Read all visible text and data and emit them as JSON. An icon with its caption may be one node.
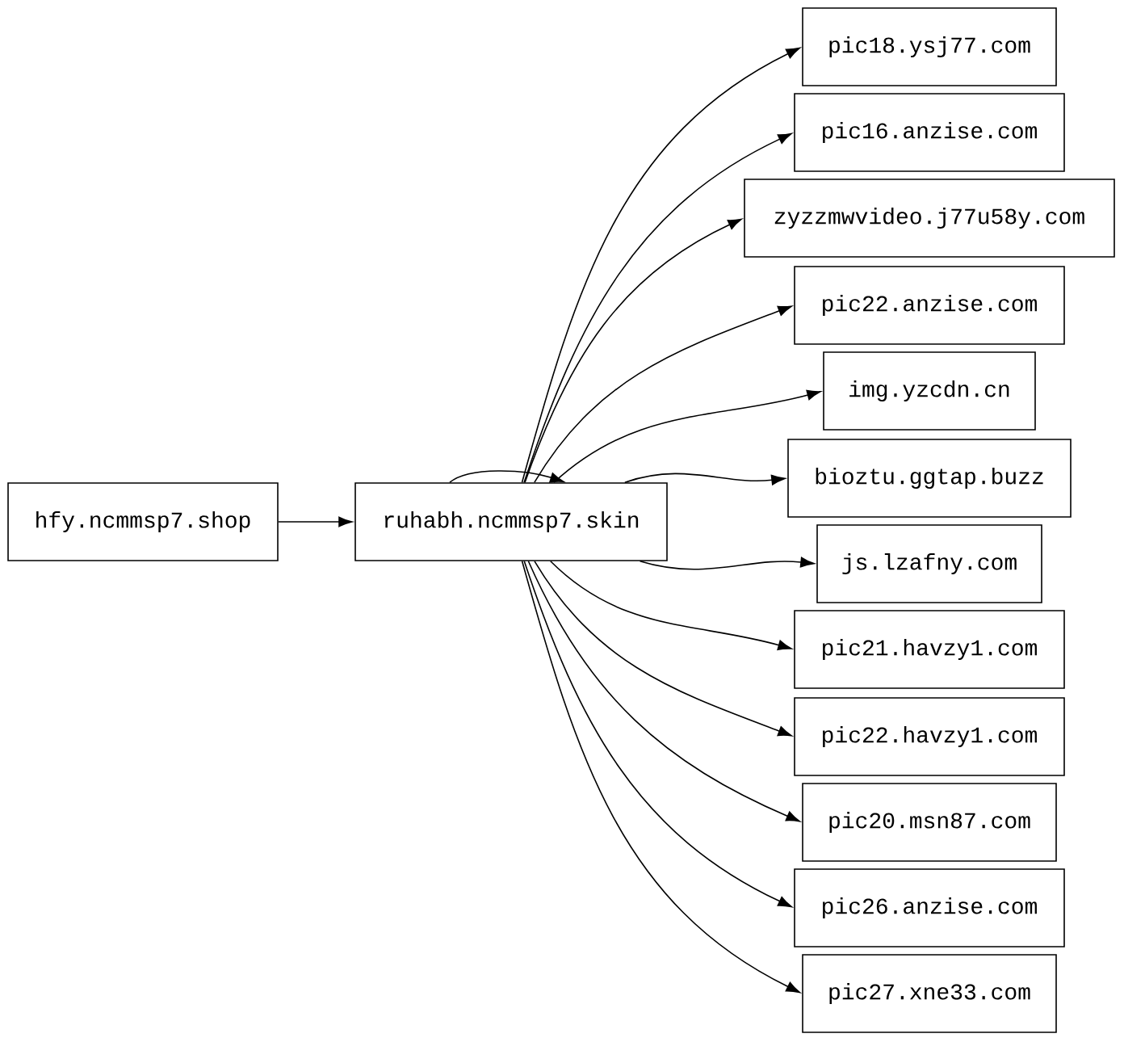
{
  "diagram": {
    "nodes": [
      {
        "text": [
          "hfy.ncmmsp7.shop"
        ]
      },
      {
        "text": [
          "ruhabh.ncmmsp7.skin"
        ]
      },
      {
        "text": [
          "pic18.ysj77.com"
        ]
      },
      {
        "text": [
          "pic16.anzise.com"
        ]
      },
      {
        "text": [
          "zyzzmwvideo.j77u58y.com"
        ]
      },
      {
        "text": [
          "pic22.anzise.com"
        ]
      },
      {
        "text": [
          "img.yzcdn.cn"
        ]
      },
      {
        "text": [
          "bioztu.ggtap.buzz"
        ]
      },
      {
        "text": [
          "js.lzafny.com"
        ]
      },
      {
        "text": [
          "pic21.havzy1.com"
        ]
      },
      {
        "text": [
          "pic22.havzy1.com"
        ]
      },
      {
        "text": [
          "pic20.msn87.com"
        ]
      },
      {
        "text": [
          "pic26.anzise.com"
        ]
      },
      {
        "text": [
          "pic27.xne33.com"
        ]
      }
    ],
    "edges": [
      {
        "from": 0,
        "to": 1,
        "arrow": "to"
      },
      {
        "from": 1,
        "to": 1,
        "arrow": "to"
      },
      {
        "from": 1,
        "to": 2,
        "arrow": "to"
      },
      {
        "from": 1,
        "to": 3,
        "arrow": "to"
      },
      {
        "from": 1,
        "to": 4,
        "arrow": "to"
      },
      {
        "from": 1,
        "to": 5,
        "arrow": "to"
      },
      {
        "from": 1,
        "to": 6,
        "arrow": "to"
      },
      {
        "from": 1,
        "to": 7,
        "arrow": "to"
      },
      {
        "from": 1,
        "to": 8,
        "arrow": "to"
      },
      {
        "from": 1,
        "to": 9,
        "arrow": "to"
      },
      {
        "from": 1,
        "to": 10,
        "arrow": "to"
      },
      {
        "from": 1,
        "to": 11,
        "arrow": "to"
      },
      {
        "from": 1,
        "to": 12,
        "arrow": "to"
      },
      {
        "from": 1,
        "to": 13,
        "arrow": "to"
      }
    ]
  }
}
